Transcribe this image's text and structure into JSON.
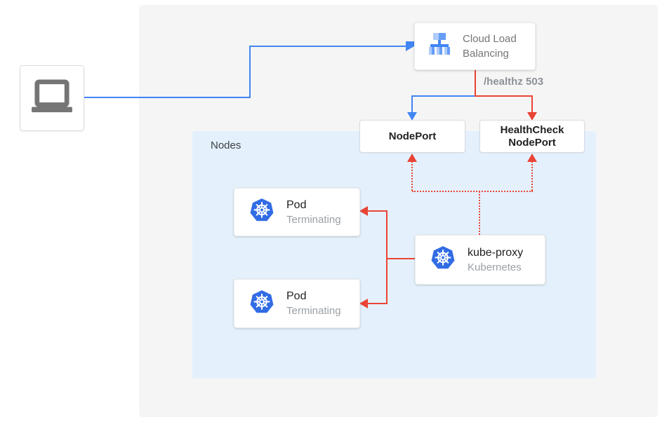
{
  "colors": {
    "line-blue": "#4285F4",
    "line-red": "#E94435",
    "panel-bg": "#F5F5F5",
    "nodes-bg": "#E4F1FC",
    "k8s-blue": "#326CE5",
    "lb-light": "#AECBFA",
    "lb-mid": "#669DF6",
    "lb-dark": "#4285F4",
    "icon-gray": "#757575",
    "text-dark": "#212121",
    "text-gray": "#757575",
    "text-light": "#9AA0A6",
    "box-border": "#DADCE0"
  },
  "diagram": {
    "client": {
      "icon": "laptop-icon"
    },
    "cloud_load_balancing": {
      "icon": "load-balancer-icon",
      "line1": "Cloud Load",
      "line2": "Balancing"
    },
    "healthz_label": "/healthz 503",
    "nodeport": {
      "label": "NodePort"
    },
    "healthcheck_nodeport": {
      "line1": "HealthCheck",
      "line2": "NodePort"
    },
    "nodes": {
      "label": "Nodes"
    },
    "pods": [
      {
        "icon": "kubernetes-icon",
        "title": "Pod",
        "status": "Terminating"
      },
      {
        "icon": "kubernetes-icon",
        "title": "Pod",
        "status": "Terminating"
      }
    ],
    "kube_proxy": {
      "icon": "kubernetes-icon",
      "title": "kube-proxy",
      "subtitle": "Kubernetes"
    }
  }
}
